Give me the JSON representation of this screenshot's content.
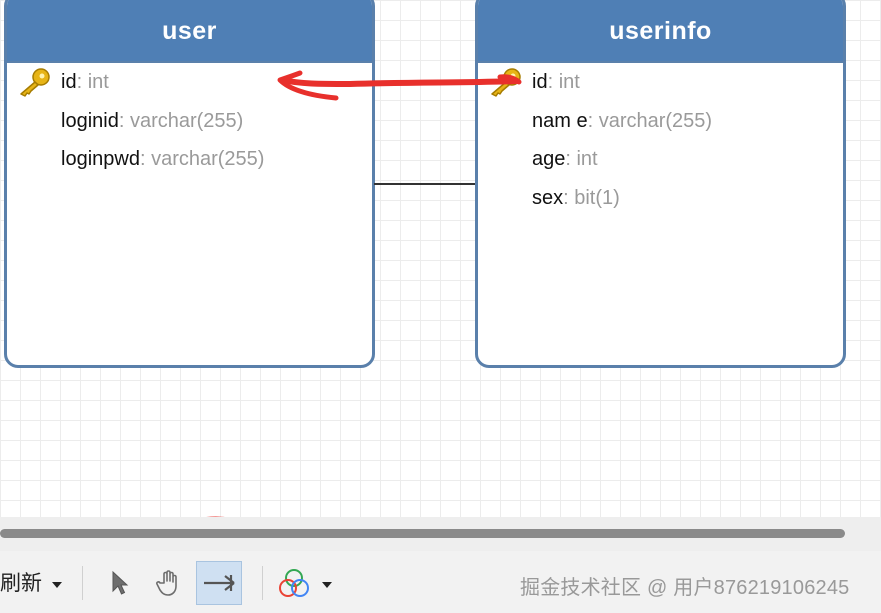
{
  "entities": {
    "user": {
      "title": "user",
      "fields": [
        {
          "name": "id",
          "type": ": int"
        },
        {
          "name": "loginid",
          "type": ": varchar(255)"
        },
        {
          "name": "loginpwd",
          "type": ": varchar(255)"
        }
      ]
    },
    "userinfo": {
      "title": "userinfo",
      "fields": [
        {
          "name": "id",
          "type": ": int"
        },
        {
          "name": "nam e",
          "type": ": varchar(255)"
        },
        {
          "name": "age",
          "type": ": int"
        },
        {
          "name": "sex",
          "type": ": bit(1)"
        }
      ]
    }
  },
  "toolbar": {
    "refresh_label": "刷新",
    "tools": [
      "pointer-icon",
      "hand-icon",
      "relation-connector-icon",
      "venn-circles-icon"
    ]
  },
  "watermark": "掘金技术社区 @ 用户876219106245",
  "colors": {
    "header_blue": "#4f7fb5",
    "border_blue": "#5a80ab",
    "annotation_red": "#e8302c",
    "type_gray": "#9a9a9a"
  }
}
